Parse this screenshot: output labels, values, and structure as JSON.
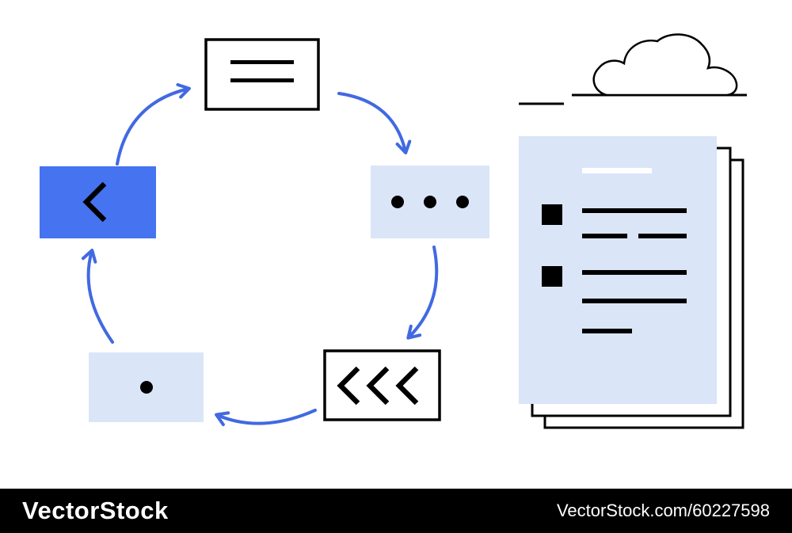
{
  "colors": {
    "background": "#ffffff",
    "ink": "#000000",
    "accent_blue": "#4169e1",
    "solid_box_blue": "#4673f0",
    "light_box_blue": "#dbe5f8",
    "footer_bg": "#000000",
    "footer_text": "#ffffff",
    "page_white": "#ffffff"
  },
  "diagram": {
    "type": "cycle",
    "nodes": [
      {
        "id": "menu-card",
        "icon": "double-line-icon",
        "fill": "outlined-white"
      },
      {
        "id": "ellipsis-card",
        "icon": "three-dots-icon",
        "fill": "light-blue"
      },
      {
        "id": "rewind-card",
        "icon": "triple-chevron-left-icon",
        "fill": "outlined-white"
      },
      {
        "id": "dot-card",
        "icon": "single-dot-icon",
        "fill": "light-blue"
      },
      {
        "id": "back-card",
        "icon": "chevron-left-icon",
        "fill": "solid-blue"
      }
    ],
    "flow": [
      "back-card",
      "menu-card",
      "ellipsis-card",
      "rewind-card",
      "dot-card",
      "back-card"
    ]
  },
  "document_panel": {
    "pages": 3,
    "decorations": [
      "cloud-outline",
      "underline",
      "dash"
    ],
    "front_page": {
      "title_marker": "white-line",
      "checkbox_count": 2,
      "text_line_count": 6
    }
  },
  "footer": {
    "brand": "VectorStock",
    "watermark": "VectorStock.com/60227598"
  }
}
